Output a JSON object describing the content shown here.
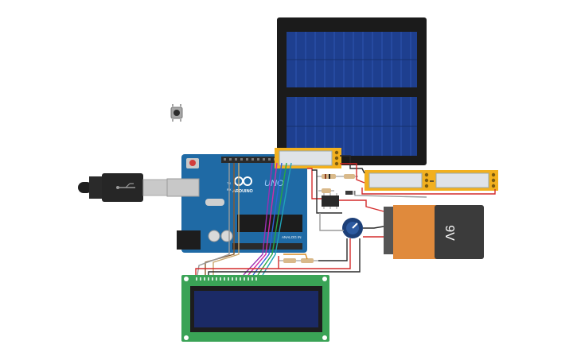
{
  "canvas": {
    "background": "#ffffff"
  },
  "components": {
    "arduino": {
      "name": "arduino-uno",
      "brand_label": "ARDUINO",
      "model_label": "UNO",
      "tx_label": "TX",
      "rx_label": "RX",
      "analog_label": "ANALOG IN",
      "board_color": "#1f6aa5"
    },
    "usb_cable": {
      "icon": "usb-plug-icon"
    },
    "pushbutton": {
      "icon": "pushbutton-icon"
    },
    "solar_panel": {
      "cell_color": "#1e3f8f",
      "frame_color": "#1b1b1b"
    },
    "relays": [
      {
        "name": "relay-1",
        "color": "#f2b01e"
      },
      {
        "name": "relay-2",
        "color": "#f2b01e"
      },
      {
        "name": "relay-3",
        "color": "#f2b01e"
      }
    ],
    "battery": {
      "label": "9V",
      "body_color": "#3b3b3b",
      "cap_color": "#e08a3c"
    },
    "potentiometer": {
      "icon": "potentiometer-icon"
    },
    "transistor_ic": {
      "icon": "ic-chip-icon"
    },
    "lcd": {
      "name": "lcd-16x2",
      "pcb_color": "#3aa356",
      "screen_color": "#1b2a66"
    }
  },
  "wire_colors": {
    "red": "#d42b2b",
    "black": "#2a2a2a",
    "gray": "#9a9a9a",
    "purple": "#9b2fb4",
    "magenta": "#d12ba8",
    "blue": "#2d63d8",
    "green": "#27a844",
    "cyan": "#1fa2b8",
    "orange": "#d98b22",
    "brown": "#8a5a2b",
    "tan": "#c9a66b"
  }
}
